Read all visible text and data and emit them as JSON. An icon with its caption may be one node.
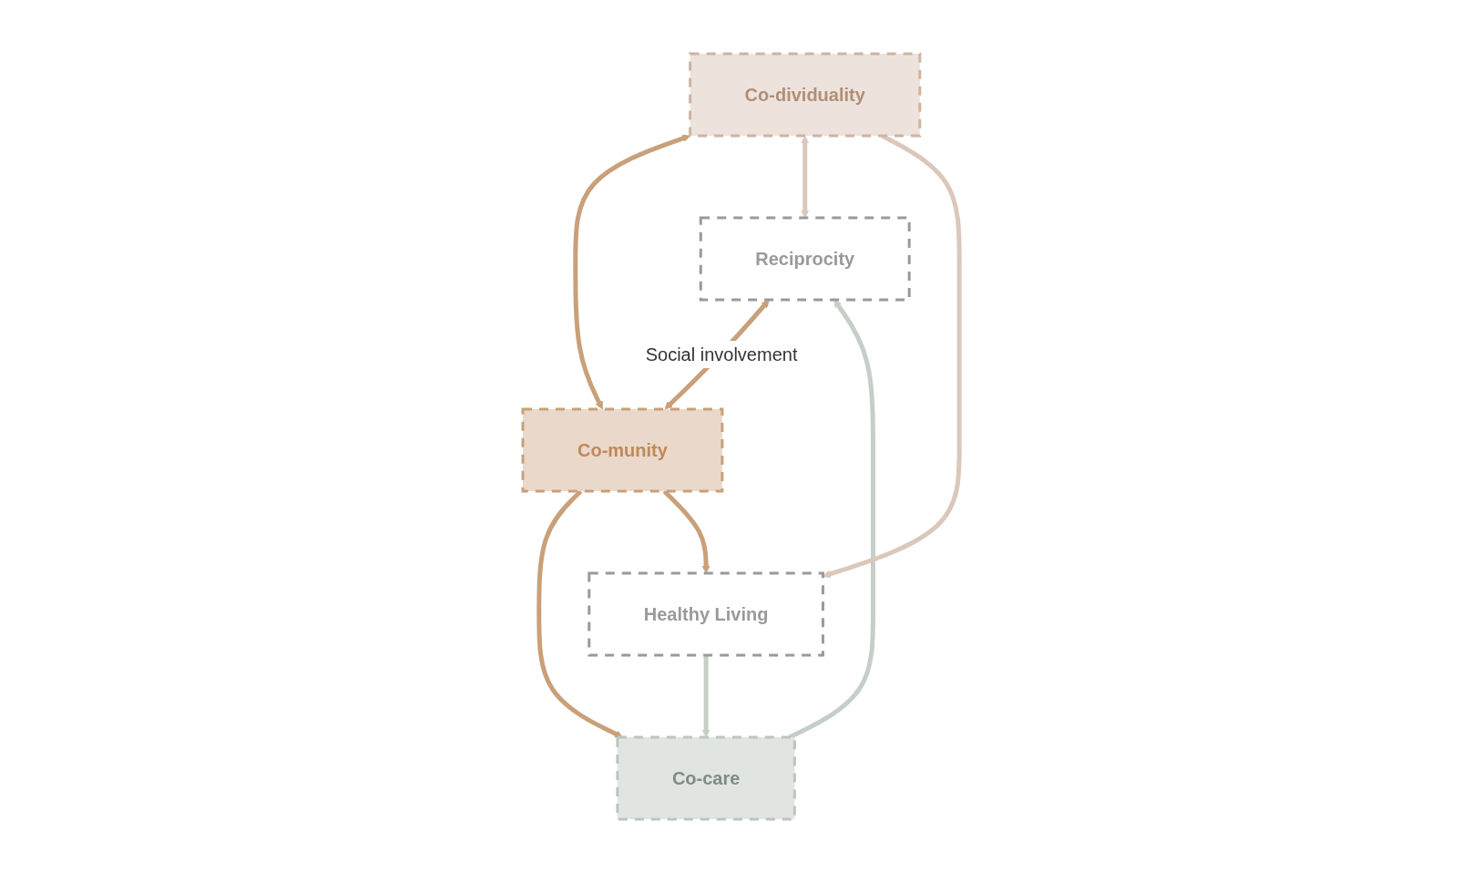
{
  "diagram": {
    "nodes": [
      {
        "text": [
          "Reciprocity"
        ]
      },
      {
        "text": [
          "Co-dividuality"
        ]
      },
      {
        "text": [
          "Co-munity"
        ]
      },
      {
        "text": [
          "Co-care"
        ]
      },
      {
        "text": [
          "Healthy Living"
        ]
      }
    ],
    "edges": [
      {
        "from": 0,
        "to": 2,
        "arrow": "both",
        "label": "Social involvement"
      },
      {
        "from": 1,
        "to": 2,
        "arrow": "both"
      },
      {
        "from": 2,
        "to": 3,
        "arrow": "to"
      },
      {
        "from": 2,
        "to": 4,
        "arrow": "to"
      },
      {
        "from": 1,
        "to": 0,
        "arrow": "both",
        "color": "#dbc8bb"
      },
      {
        "from": 3,
        "to": 0,
        "arrow": "to",
        "color": "#c5cfc7"
      },
      {
        "from": 1,
        "to": 4,
        "arrow": "to",
        "color": "#dbc8bb"
      },
      {
        "from": 4,
        "to": 3,
        "arrow": "to",
        "color": "#c5cfc7"
      }
    ]
  }
}
